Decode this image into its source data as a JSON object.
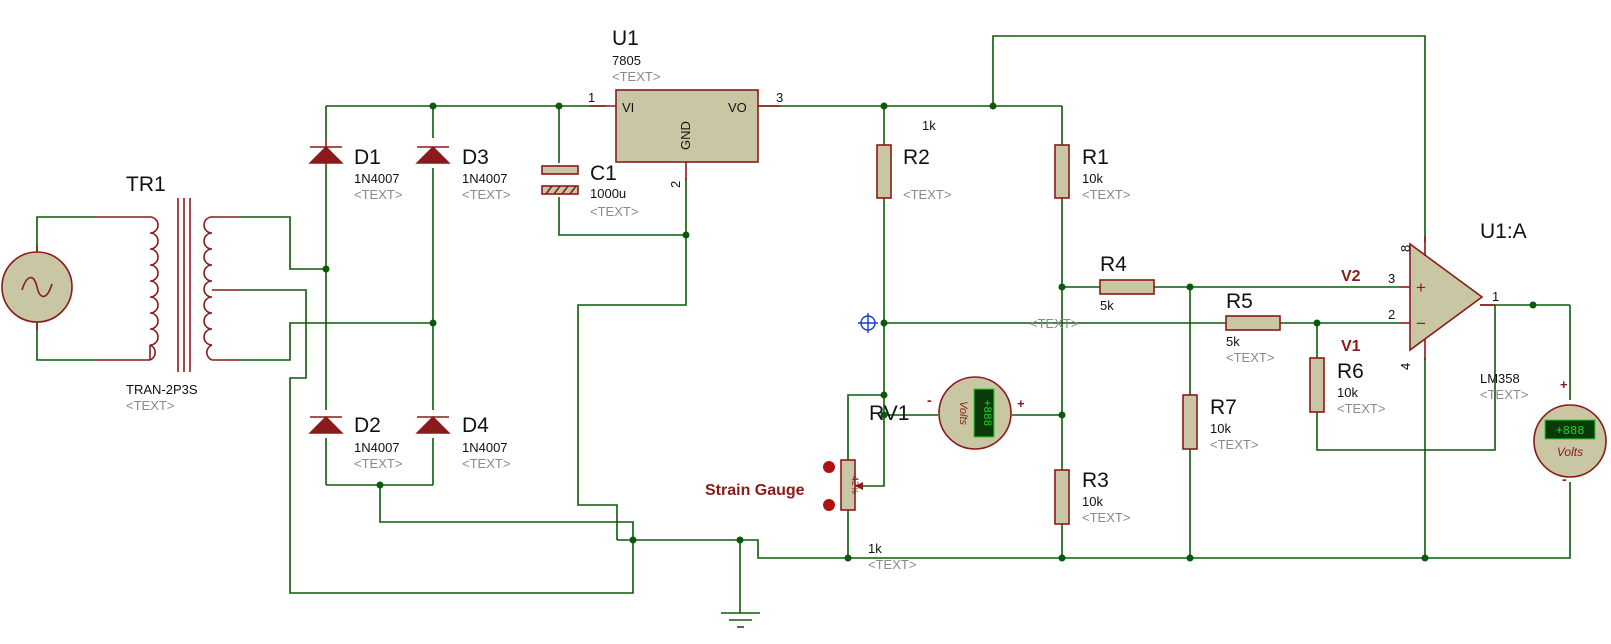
{
  "components": {
    "tr1": {
      "ref": "TR1",
      "model": "TRAN-2P3S",
      "text": "<TEXT>"
    },
    "d1": {
      "ref": "D1",
      "model": "1N4007",
      "text": "<TEXT>"
    },
    "d2": {
      "ref": "D2",
      "model": "1N4007",
      "text": "<TEXT>"
    },
    "d3": {
      "ref": "D3",
      "model": "1N4007",
      "text": "<TEXT>"
    },
    "d4": {
      "ref": "D4",
      "model": "1N4007",
      "text": "<TEXT>"
    },
    "c1": {
      "ref": "C1",
      "value": "1000u",
      "text": "<TEXT>"
    },
    "u1": {
      "ref": "U1",
      "model": "7805",
      "text": "<TEXT>",
      "pin_vi": "VI",
      "pin_vo": "VO",
      "pin_gnd": "GND",
      "pin1": "1",
      "pin2": "2",
      "pin3": "3"
    },
    "r1": {
      "ref": "R1",
      "value": "10k",
      "text": "<TEXT>"
    },
    "r2": {
      "ref": "R2",
      "value": "1k",
      "text": "<TEXT>"
    },
    "r3": {
      "ref": "R3",
      "value": "10k",
      "text": "<TEXT>"
    },
    "r4": {
      "ref": "R4",
      "value": "5k"
    },
    "r5": {
      "ref": "R5",
      "value": "5k",
      "text": "<TEXT>"
    },
    "r6": {
      "ref": "R6",
      "value": "10k",
      "text": "<TEXT>"
    },
    "r7": {
      "ref": "R7",
      "value": "10k",
      "text": "<TEXT>"
    },
    "rv1": {
      "ref": "RV1",
      "value": "1k",
      "text": "<TEXT>",
      "body_value": "42%"
    },
    "opamp": {
      "ref": "U1:A",
      "model": "LM358",
      "text": "<TEXT>",
      "pin8": "8",
      "pin4": "4",
      "pin3": "3",
      "pin2": "2",
      "pin1": "1",
      "plus": "+",
      "minus": "−"
    },
    "center_text": "<TEXT>"
  },
  "labels": {
    "v1": "V1",
    "v2": "V2",
    "strain_gauge": "Strain Gauge"
  },
  "voltmeter_mid": {
    "unit": "Volts",
    "display": "+888",
    "minus": "-",
    "plus": "+"
  },
  "voltmeter_right": {
    "unit": "Volts",
    "display": "+888",
    "plus": "+",
    "minus": "-"
  },
  "colors": {
    "wire": "#0b5a0b",
    "component": "#8b1a1a",
    "body": "#c9c6a4",
    "meter_display": "#1fd81f"
  }
}
